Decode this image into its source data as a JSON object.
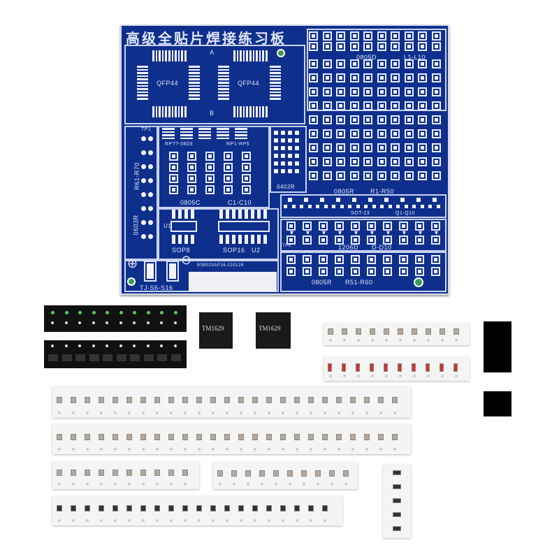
{
  "pcb": {
    "title": "高级全贴片焊接练习板",
    "qfp_left": "QFP44",
    "qfp_right": "QFP44",
    "mark_a": "A",
    "mark_b": "B",
    "top_right_code": "0805D",
    "top_right_range": "L1-L10",
    "tp1": "TP1",
    "left_vertical_range": "R61-R70",
    "left_vertical_code": "0603R",
    "rp_code": "RP??-0603",
    "rp_range": "RP1-RP5",
    "cap_code": "0805C",
    "cap_range": "C1-C10",
    "r0402": "0402R",
    "res_code": "0805R",
    "res_range": "R1-R50",
    "sot_code": "SOT-23",
    "sot_range": "Q1-Q10",
    "sop8": "SOP8",
    "sop8_ref": "U1",
    "sop16": "SOP16",
    "sop16_ref": "U2",
    "diode_code": "1206D",
    "diode_range": "D-D10",
    "tp5": "TP5",
    "res2_code": "0805R",
    "res2_range": "R51-R60",
    "batt_label": "TJ-S6-S16",
    "plus": "⊕",
    "minus": "⊖",
    "serial": "B3B023AP16-210128"
  },
  "chips": {
    "qfp_marking_1": "TM1629",
    "qfp_marking_2": "TM1629"
  },
  "colors": {
    "pcb": "#0f2f8c",
    "silk": "#dfe6ff",
    "tape": "#f4f4f4"
  }
}
